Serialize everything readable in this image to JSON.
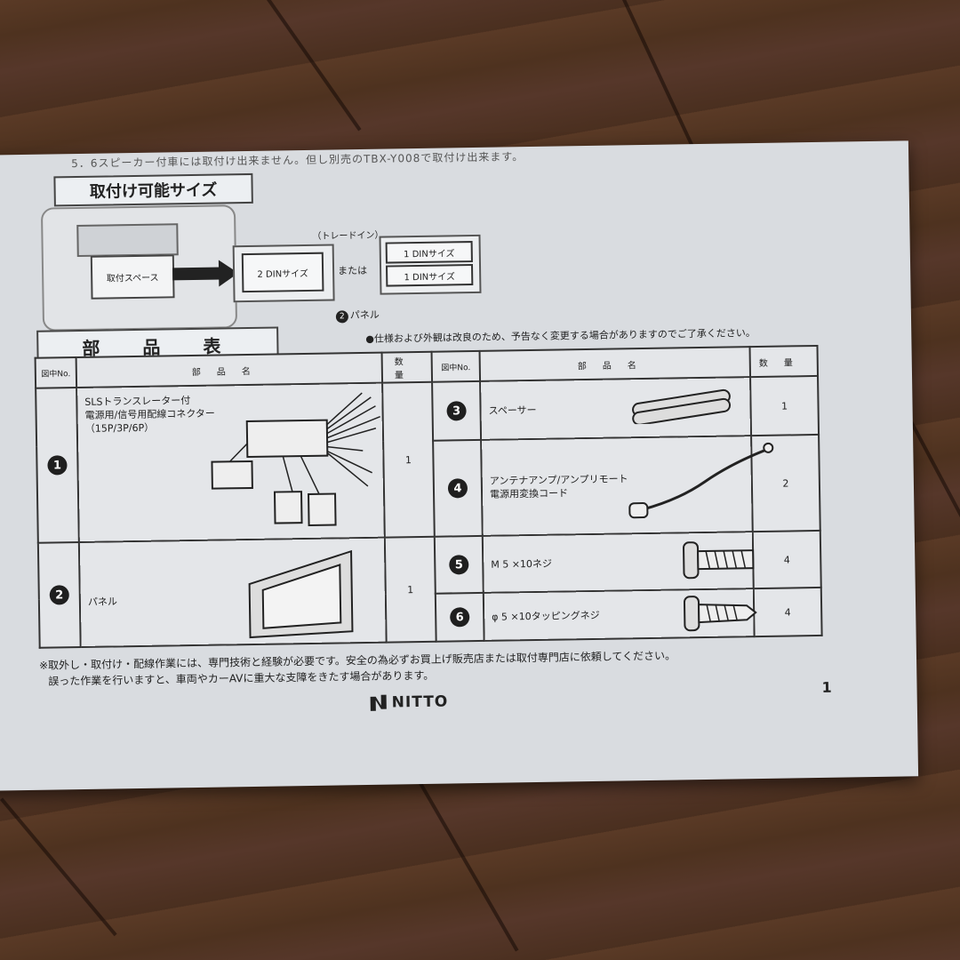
{
  "top_note": "5．6スピーカー付車には取付け出来ません。但し別売のTBX-Y008で取付け出来ます。",
  "section_install": {
    "title": "取付け可能サイズ",
    "install_space": "取付スペース",
    "din2": "2 DINサイズ",
    "or": "または",
    "tray": "（トレードイン）",
    "din1a": "1 DINサイズ",
    "din1b": "1 DINサイズ",
    "panel_num": "2",
    "panel_label": "パネル"
  },
  "section_parts": {
    "title": "部　品　表",
    "spec_note": "●仕様および外観は改良のため、予告なく変更する場合がありますのでご了承ください。",
    "header": {
      "no": "図中No.",
      "name": "部品名",
      "qty": "数量"
    },
    "left_rows": [
      {
        "num": "1",
        "name": "SLSトランスレーター付\n電源用/信号用配線コネクター\n（15P/3P/6P）",
        "qty": "1"
      },
      {
        "num": "2",
        "name": "パネル",
        "qty": "1"
      }
    ],
    "right_rows": [
      {
        "num": "3",
        "name": "スペーサー",
        "qty": "1"
      },
      {
        "num": "4",
        "name": "アンテナアンプ/アンプリモート\n電源用変換コード",
        "qty": "2"
      },
      {
        "num": "5",
        "name": "M 5 ×10ネジ",
        "qty": "4"
      },
      {
        "num": "6",
        "name": "φ 5 ×10タッピングネジ",
        "qty": "4"
      }
    ]
  },
  "footer": {
    "line1": "※取外し・取付け・配線作業には、専門技術と経験が必要です。安全の為必ずお買上げ販売店または取付専門店に依頼してください。",
    "line2": "誤った作業を行いますと、車両やカーAVに重大な支障をきたす場合があります。",
    "logo_text": "NITTO",
    "page_number": "1"
  }
}
